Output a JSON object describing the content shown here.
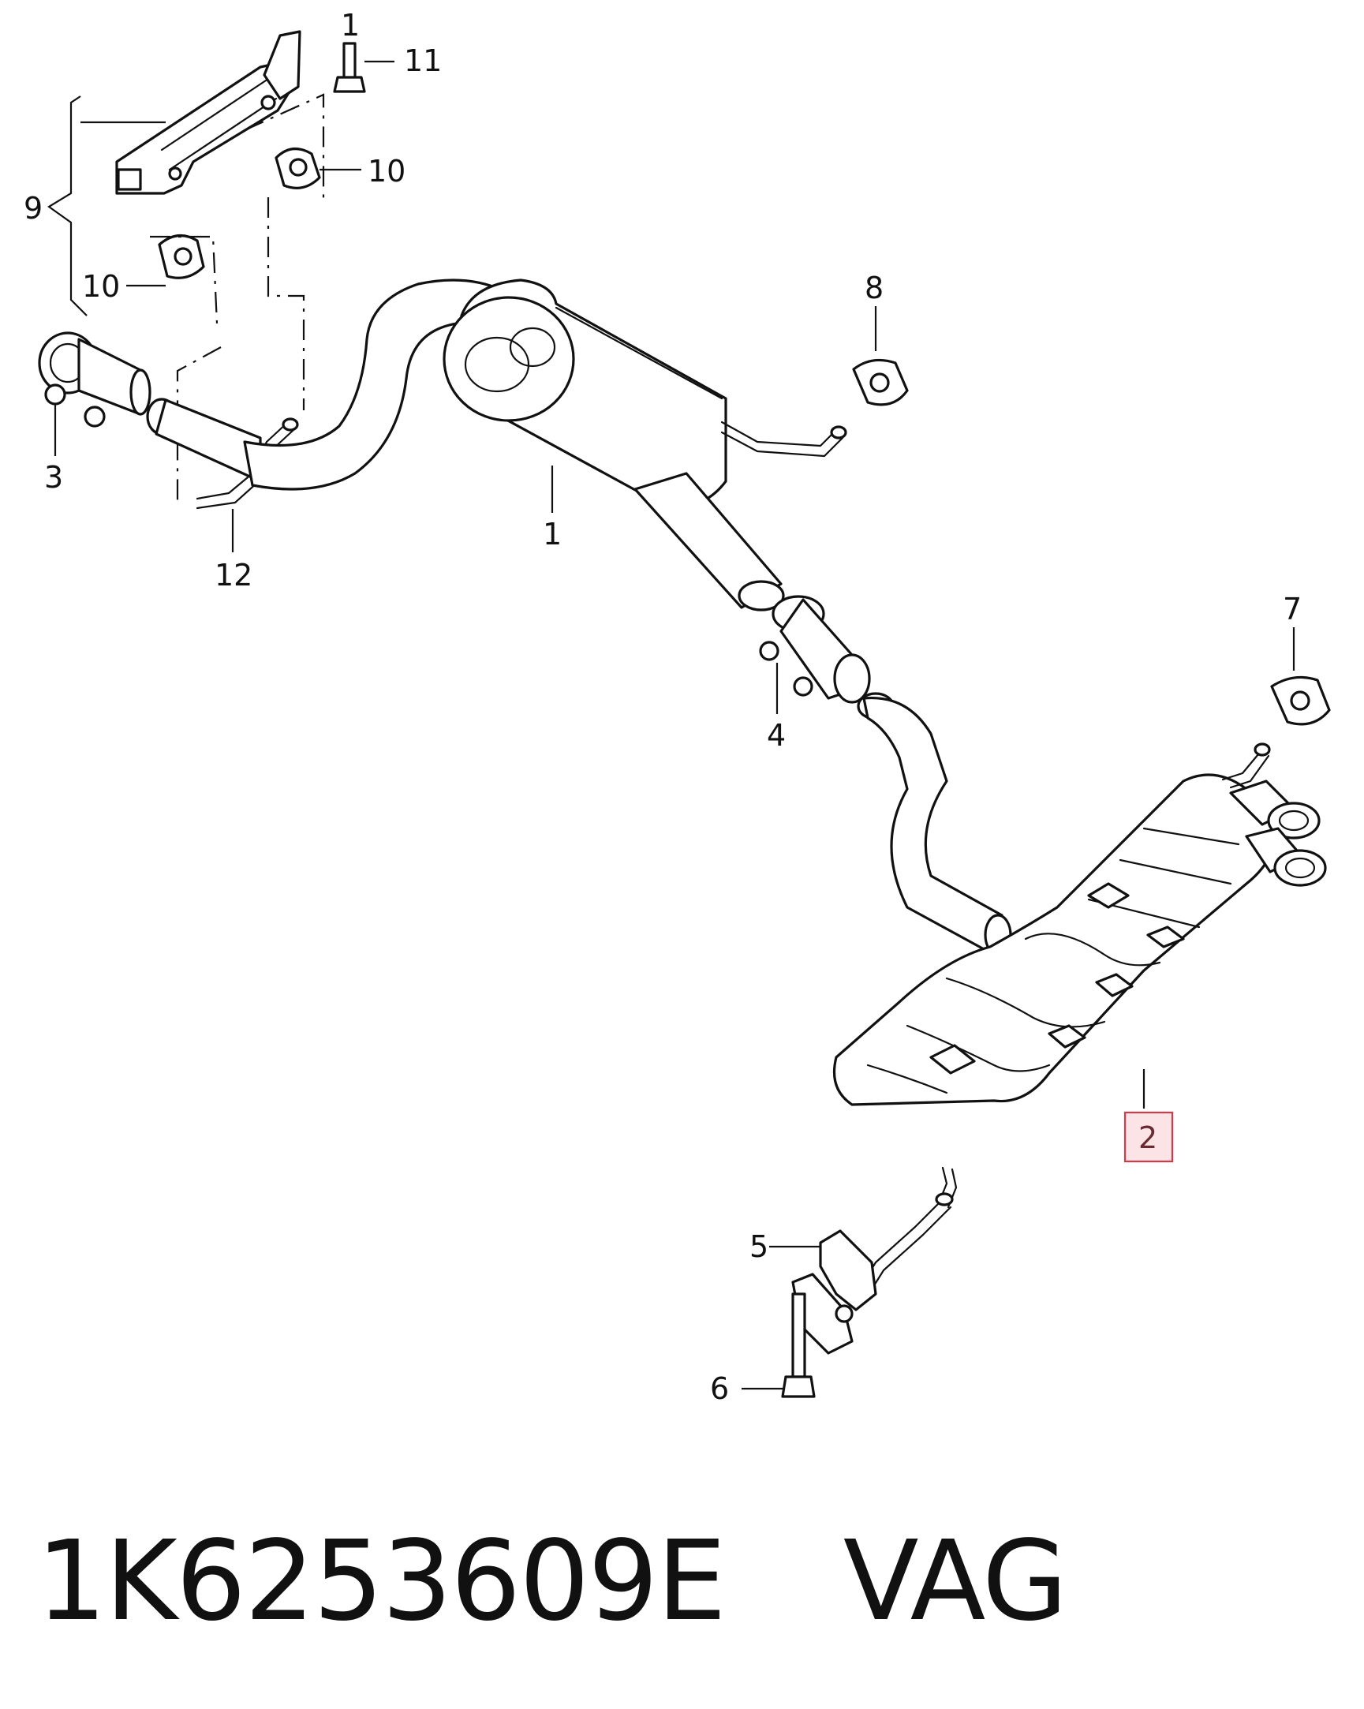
{
  "diagram": {
    "callouts": {
      "c1_top": "1",
      "c11": "11",
      "c10_top": "10",
      "c9": "9",
      "c10_left": "10",
      "c3": "3",
      "c12": "12",
      "c1_mid": "1",
      "c8": "8",
      "c4": "4",
      "c7": "7",
      "c2": "2",
      "c5": "5",
      "c6": "6"
    },
    "highlighted_callout": "2",
    "highlight_color": "#d23a4a"
  },
  "footer": {
    "part_number": "1K6253609E",
    "brand": "VAG"
  }
}
